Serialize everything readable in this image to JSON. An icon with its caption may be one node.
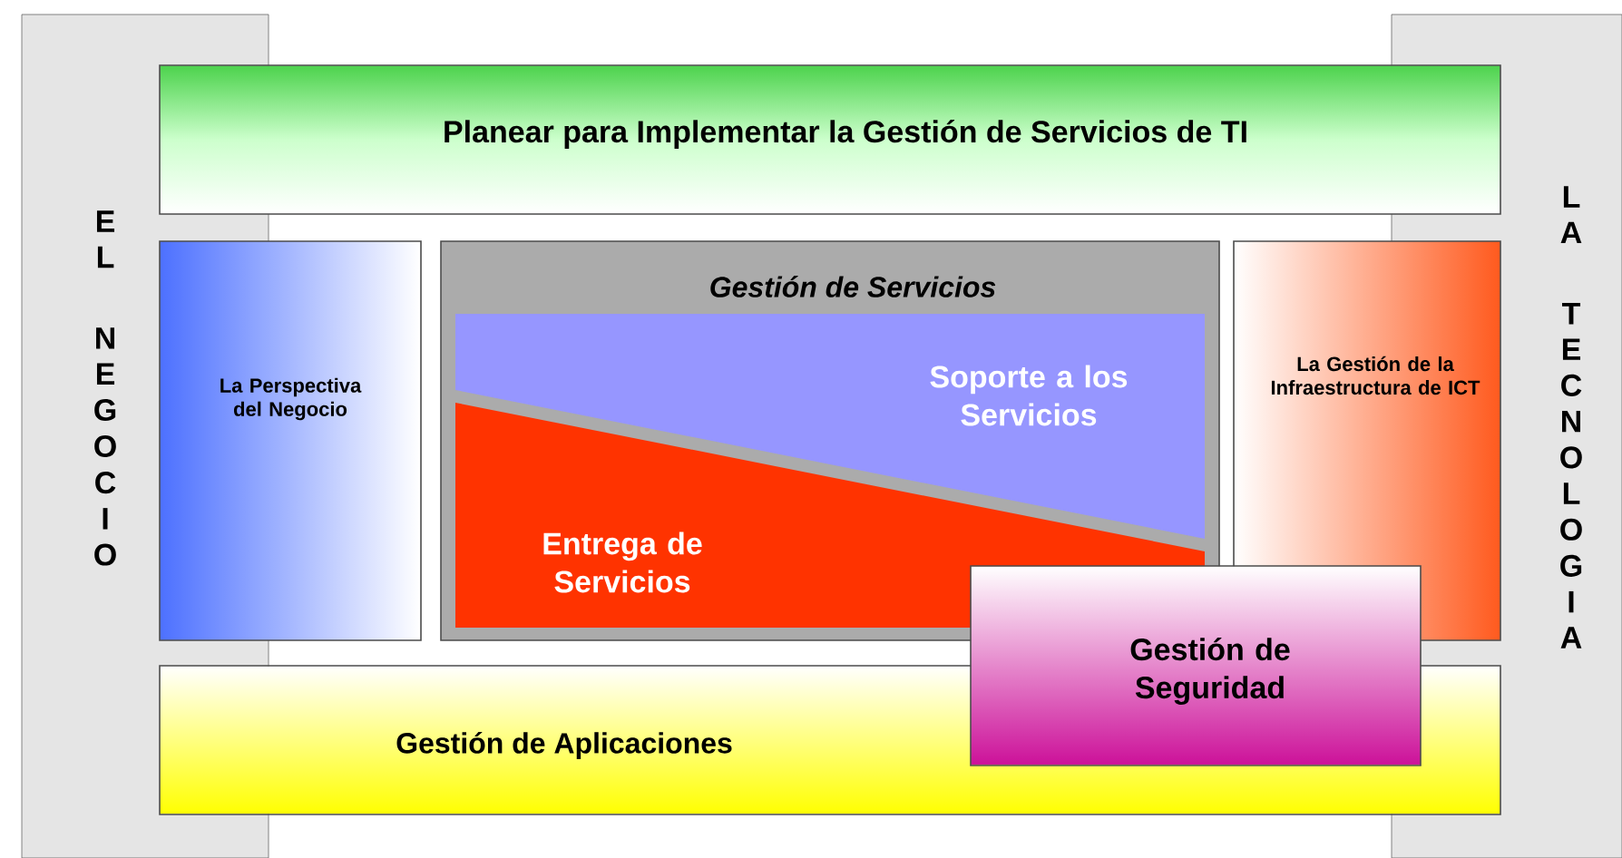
{
  "diagram": {
    "nodes": [
      {
        "text": [
          "EL NEGOCIO"
        ]
      },
      {
        "text": [
          "LA TECNOLOGIA"
        ]
      },
      {
        "text": [
          "Planear para Implementar la Gestión de Servicios de TI"
        ]
      },
      {
        "text": [
          "La Perspectiva del Negocio"
        ]
      },
      {
        "text": [
          "Gestión de Servicios"
        ]
      },
      {
        "text": [
          "Soporte a los Servicios"
        ],
        "in": 4
      },
      {
        "text": [
          "Entrega de Servicios"
        ],
        "in": 4
      },
      {
        "text": [
          "La Gestión de la Infraestructura de ICT"
        ]
      },
      {
        "text": [
          "Gestión de Aplicaciones"
        ]
      },
      {
        "text": [
          "Gestión de Seguridad"
        ]
      }
    ]
  }
}
